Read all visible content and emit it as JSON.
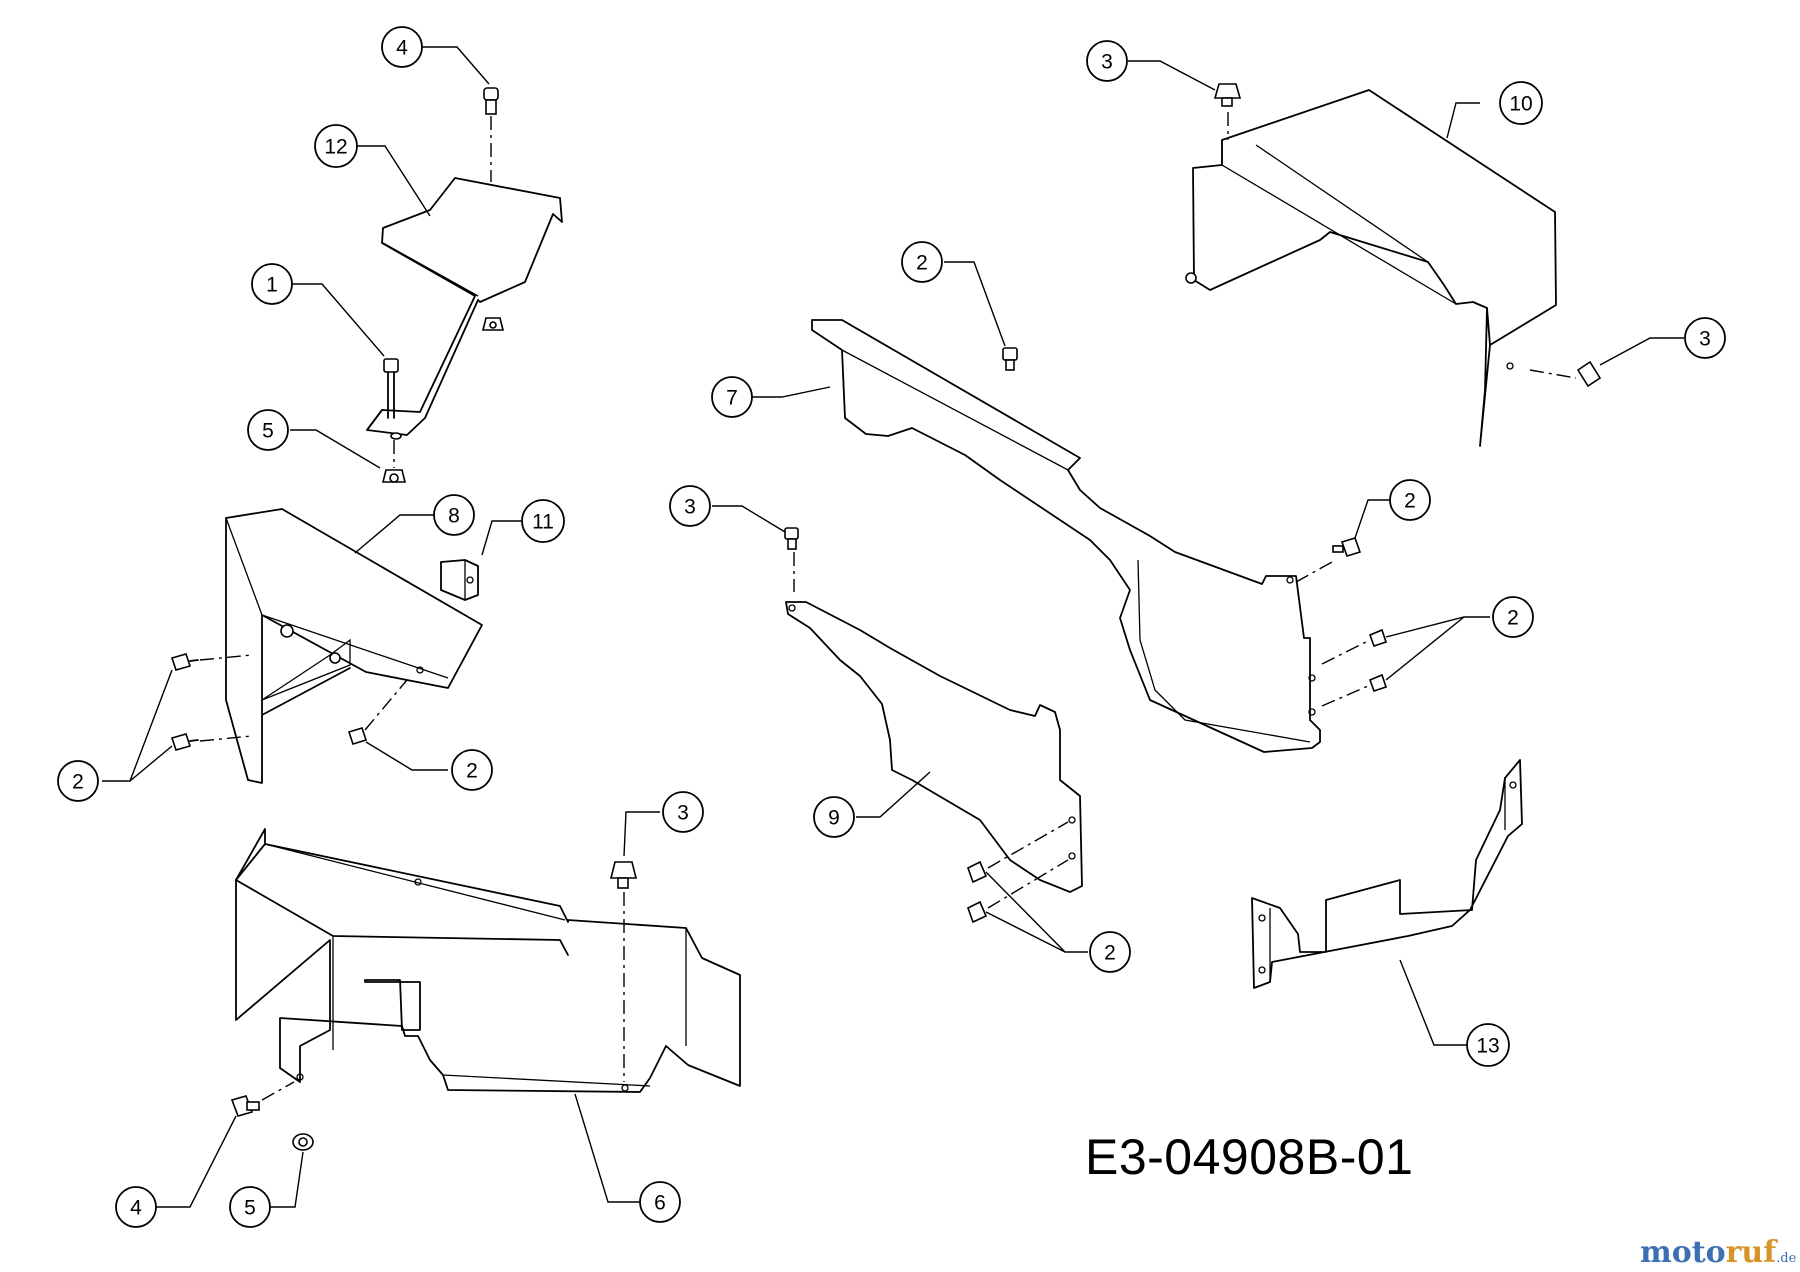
{
  "drawing_code": "E3-04908B-01",
  "watermark": {
    "part1": "moto",
    "part2": "ruf",
    "suffix": ".de"
  },
  "colors": {
    "line": "#000000",
    "background": "#ffffff",
    "watermark_blue": "#3d6fb5",
    "watermark_orange": "#d6942a"
  },
  "callouts": [
    {
      "id": "c4a",
      "label": "4"
    },
    {
      "id": "c12",
      "label": "12"
    },
    {
      "id": "c1",
      "label": "1"
    },
    {
      "id": "c5a",
      "label": "5"
    },
    {
      "id": "c8",
      "label": "8"
    },
    {
      "id": "c11",
      "label": "11"
    },
    {
      "id": "c2a",
      "label": "2"
    },
    {
      "id": "c2b",
      "label": "2"
    },
    {
      "id": "c3a",
      "label": "3"
    },
    {
      "id": "c10",
      "label": "10"
    },
    {
      "id": "c2c",
      "label": "2"
    },
    {
      "id": "c7",
      "label": "7"
    },
    {
      "id": "c3b",
      "label": "3"
    },
    {
      "id": "c2d",
      "label": "2"
    },
    {
      "id": "c3c",
      "label": "3"
    },
    {
      "id": "c2e",
      "label": "2"
    },
    {
      "id": "c9",
      "label": "9"
    },
    {
      "id": "c2f",
      "label": "2"
    },
    {
      "id": "c3d",
      "label": "3"
    },
    {
      "id": "c13",
      "label": "13"
    },
    {
      "id": "c4b",
      "label": "4"
    },
    {
      "id": "c5b",
      "label": "5"
    },
    {
      "id": "c6",
      "label": "6"
    }
  ]
}
